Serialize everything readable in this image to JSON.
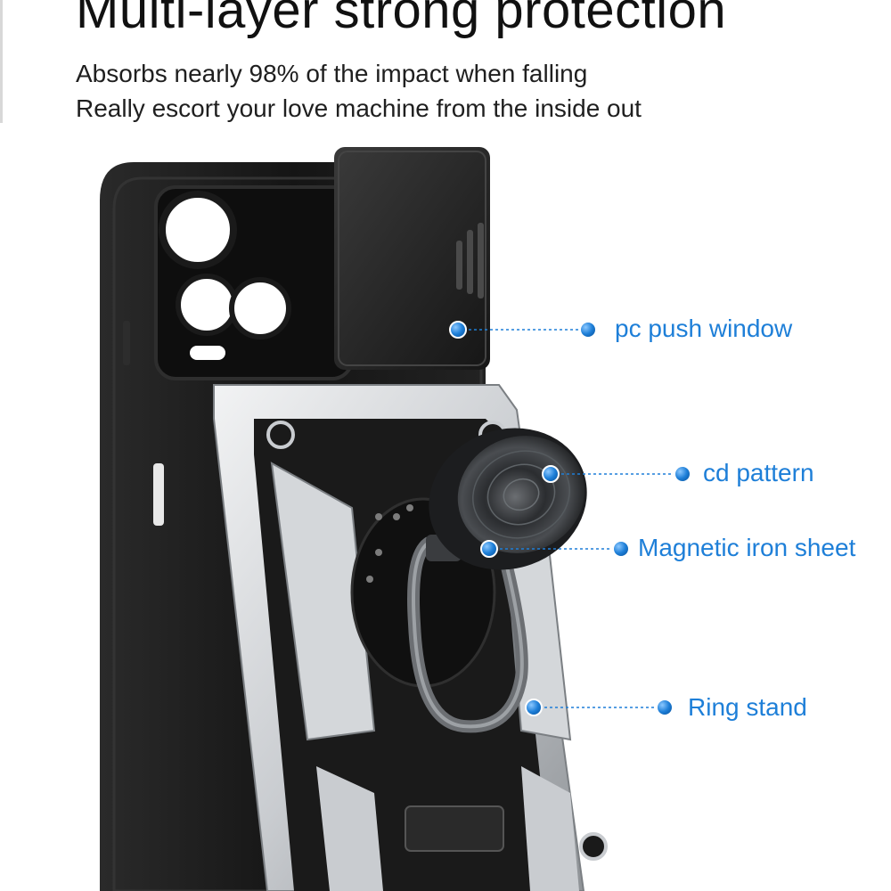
{
  "heading": "Multi-layer strong protection",
  "subtitle_lines": [
    "Absorbs nearly 98% of the impact when falling",
    "Really escort your love machine from the inside out"
  ],
  "callouts": [
    {
      "label": "pc push window"
    },
    {
      "label": "cd pattern"
    },
    {
      "label": "Magnetic iron sheet"
    },
    {
      "label": "Ring stand"
    }
  ],
  "colors": {
    "accent": "#1e7fd8",
    "case_black": "#1b1b1b",
    "armor_silver": "#d9dcdf"
  }
}
